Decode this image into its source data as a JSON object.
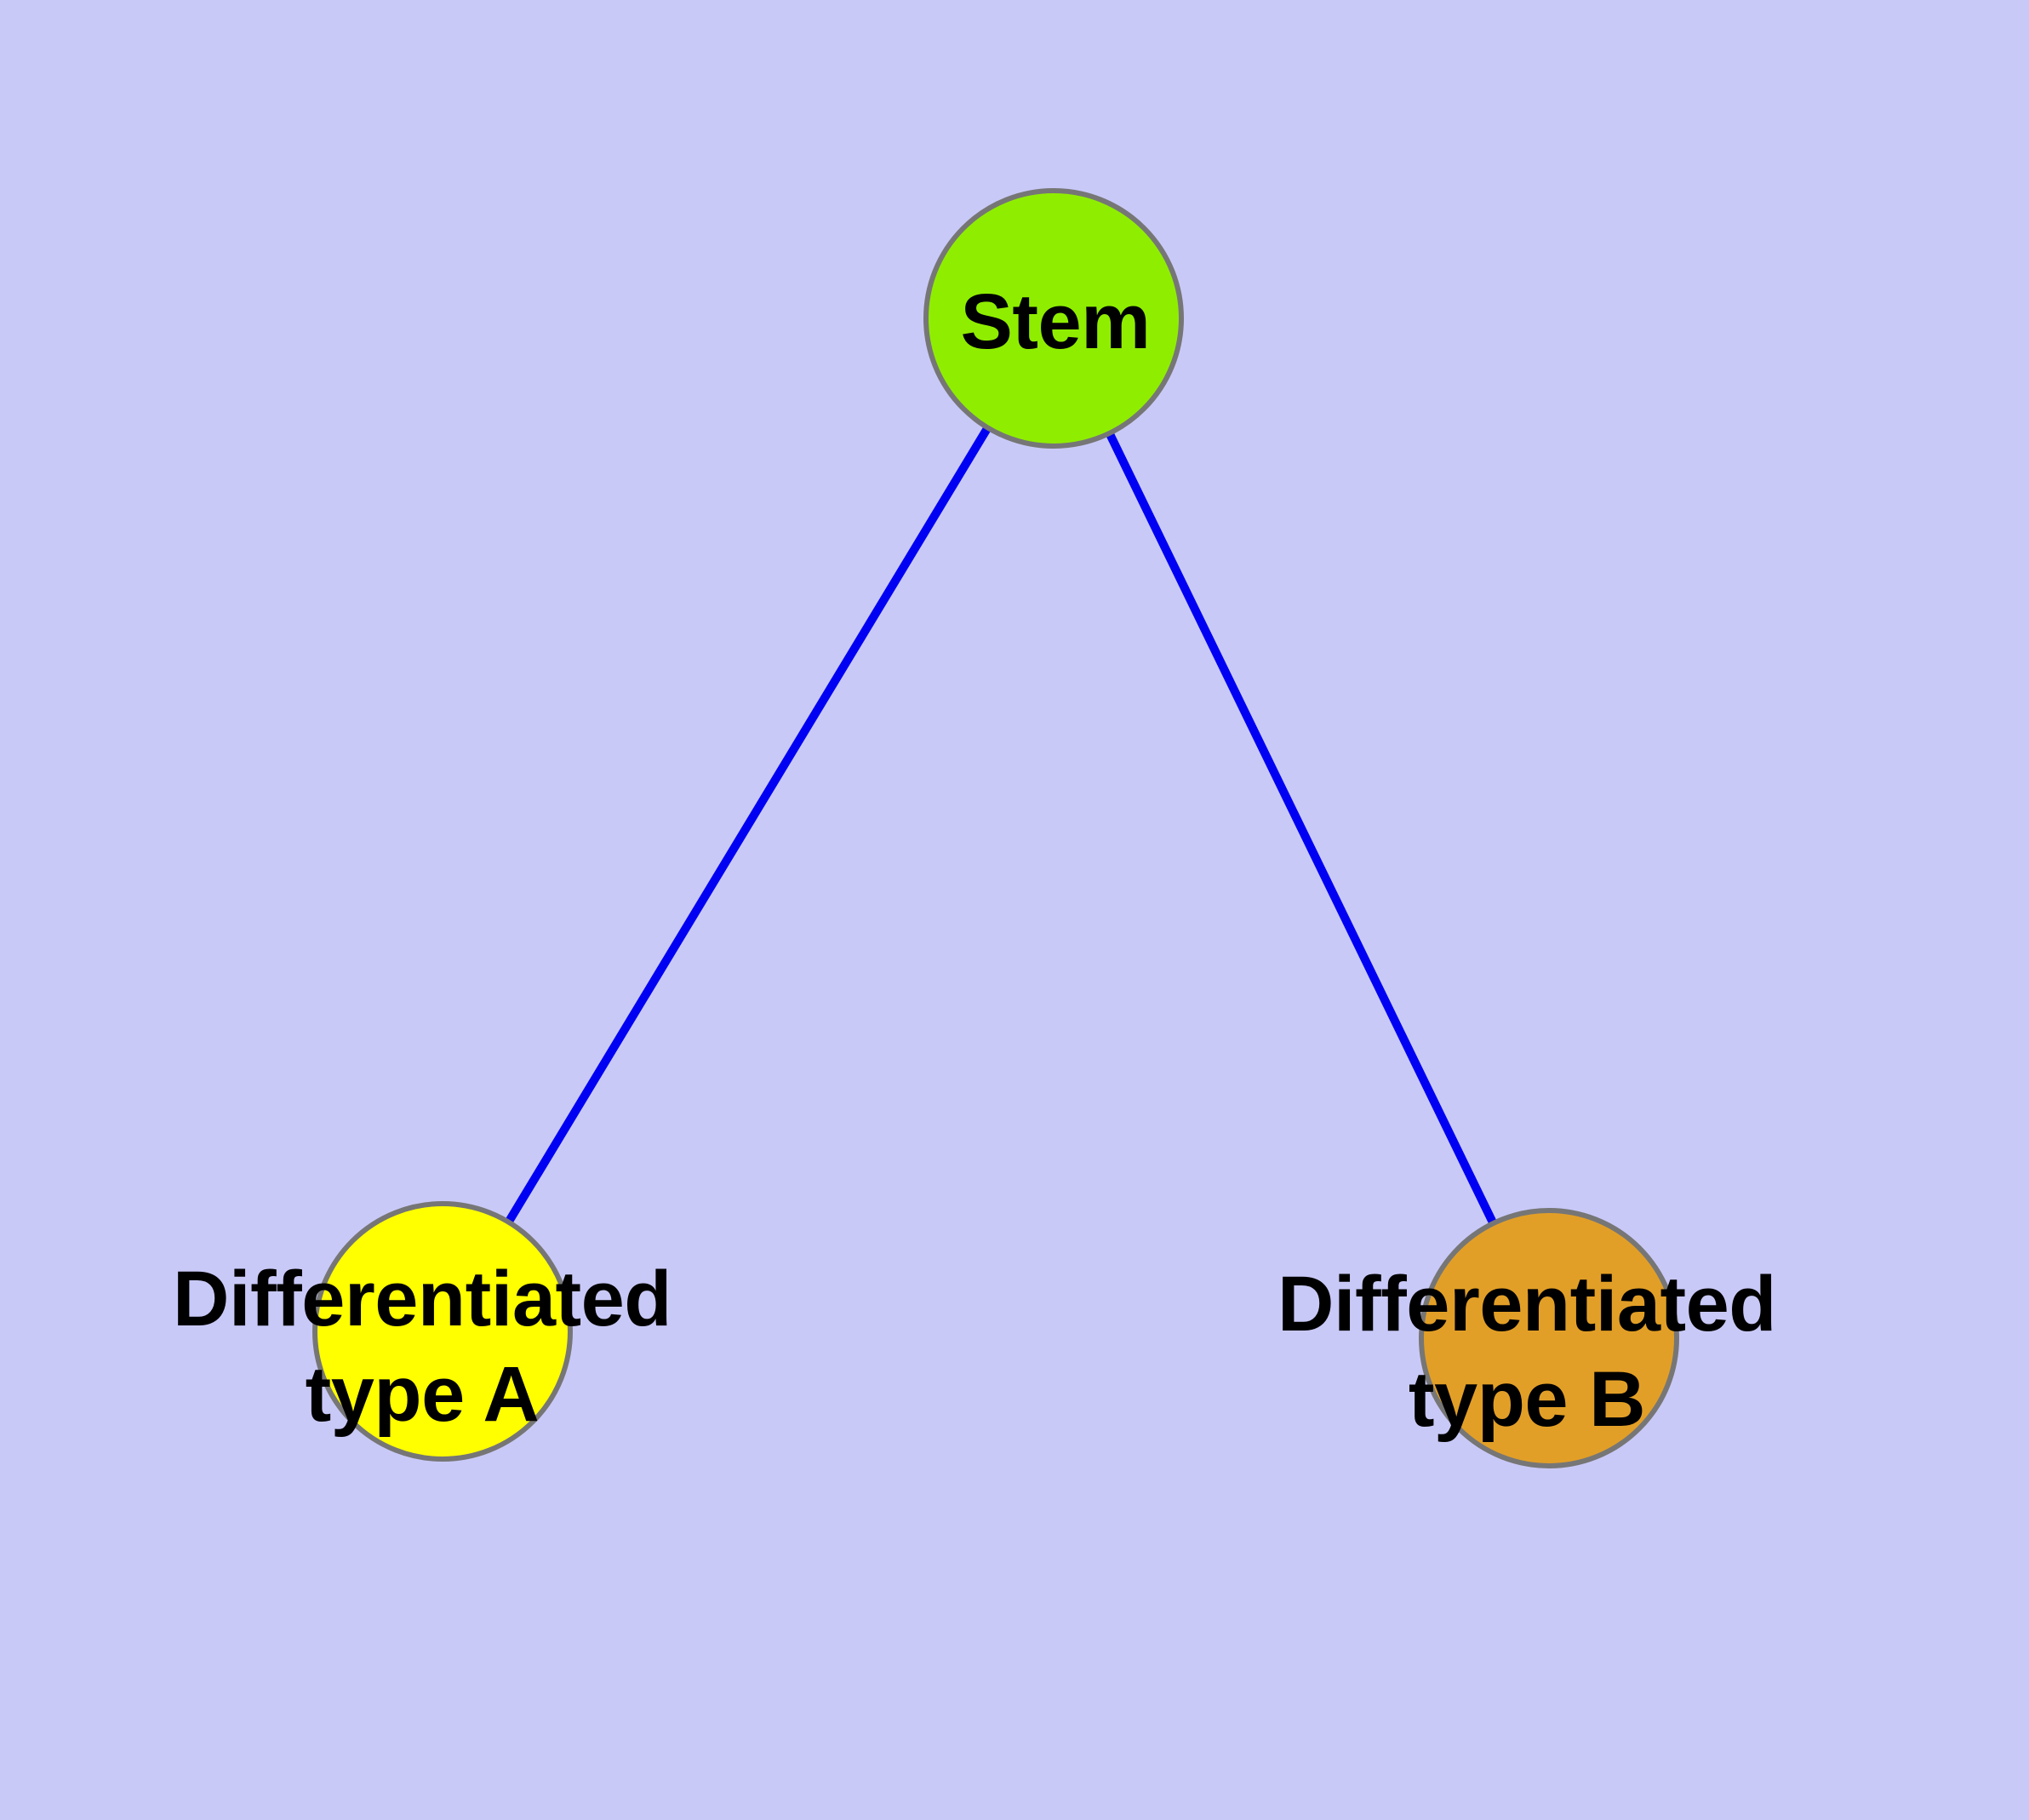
{
  "diagram": {
    "type": "graph",
    "description": "Cell differentiation tree: one stem node connected by two edges to two differentiated cell-type nodes",
    "colors": {
      "background": "#C9C9F8",
      "edge": "#0000F2",
      "node_border": "#767676",
      "label_text": "#000000",
      "stem_fill": "#8FEE00",
      "type_a_fill": "#FFFF00",
      "type_b_fill": "#E29F27"
    },
    "nodes": [
      {
        "id": "stem",
        "label_lines": [
          "Stem"
        ],
        "fill": "#8FEE00"
      },
      {
        "id": "differentiated-type-a",
        "label_lines": [
          "Differentiated",
          "type A"
        ],
        "fill": "#FFFF00"
      },
      {
        "id": "differentiated-type-b",
        "label_lines": [
          "Differentiated",
          "type B"
        ],
        "fill": "#E29F27"
      }
    ],
    "edges": [
      {
        "from": "Stem",
        "to": "Differentiated type A"
      },
      {
        "from": "Stem",
        "to": "Differentiated type B"
      }
    ]
  }
}
